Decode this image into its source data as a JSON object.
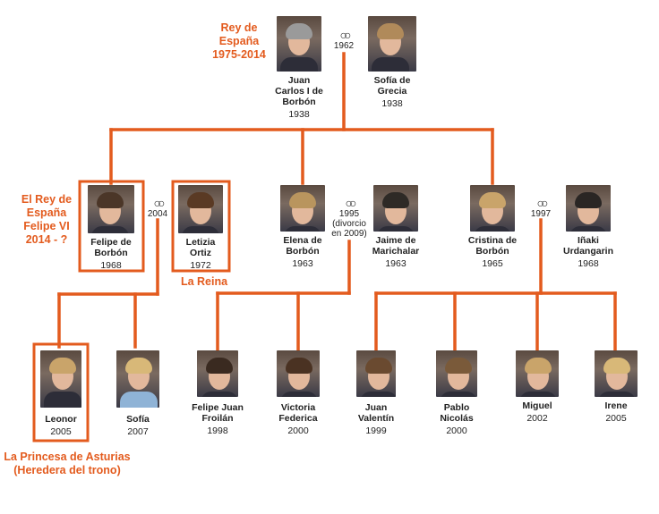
{
  "colors": {
    "accent": "#e35b1e",
    "text": "#222222",
    "background": "#ffffff"
  },
  "labels": {
    "king": "Rey de España 1975-2014",
    "felipe": "El Rey de España Felipe VI 2014 - ?",
    "queen": "La Reina",
    "princess": "La Princesa de Asturias (Heredera del trono)"
  },
  "people": {
    "juan_carlos": {
      "name": "Juan Carlos I de Borbón",
      "year": "1938"
    },
    "sofia_grecia": {
      "name": "Sofía de Grecia",
      "year": "1938"
    },
    "felipe": {
      "name": "Felipe de Borbón",
      "year": "1968"
    },
    "letizia": {
      "name": "Letizia Ortiz",
      "year": "1972"
    },
    "elena": {
      "name": "Elena de Borbón",
      "year": "1963"
    },
    "jaime": {
      "name": "Jaime de Marichalar",
      "year": "1963"
    },
    "cristina": {
      "name": "Cristina de Borbón",
      "year": "1965"
    },
    "inaki": {
      "name": "Iñaki Urdangarin",
      "year": "1968"
    },
    "leonor": {
      "name": "Leonor",
      "year": "2005"
    },
    "sofia": {
      "name": "Sofía",
      "year": "2007"
    },
    "felipe_juan": {
      "name": "Felipe Juan Froilán",
      "year": "1998"
    },
    "victoria": {
      "name": "Victoria Federica",
      "year": "2000"
    },
    "juan_valentin": {
      "name": "Juan Valentín",
      "year": "1999"
    },
    "pablo": {
      "name": "Pablo Nicolás",
      "year": "2000"
    },
    "miguel": {
      "name": "Miguel",
      "year": "2002"
    },
    "irene": {
      "name": "Irene",
      "year": "2005"
    }
  },
  "marriages": {
    "m1962": {
      "text": "1962"
    },
    "m2004": {
      "text": "2004"
    },
    "m1995": {
      "text": "1995 (divorcio en 2009)"
    },
    "m1997": {
      "text": "1997"
    }
  },
  "icons": {
    "marriage": "wedding-rings-icon",
    "portrait": "portrait-photo"
  }
}
